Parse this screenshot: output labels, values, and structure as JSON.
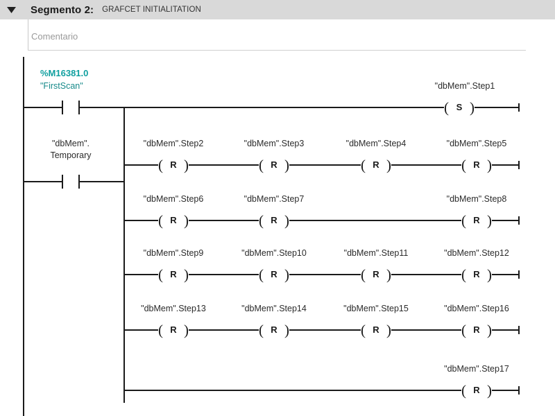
{
  "header": {
    "collapse_icon": "chevron-down-icon",
    "title": "Segmento 2:",
    "subtitle": "GRAFCET INITIALITATION"
  },
  "comment": {
    "placeholder": "Comentario",
    "value": "Comentario"
  },
  "network": {
    "inputs": [
      {
        "id": "first-scan",
        "type": "no-contact",
        "address": "%M16381.0",
        "symbol": "\"FirstScan\""
      },
      {
        "id": "db-temporary",
        "type": "no-contact",
        "symbol_line1": "\"dbMem\".",
        "symbol_line2": "Temporary"
      }
    ],
    "set_coil": {
      "operand": "\"dbMem\".Step1",
      "letter": "S",
      "type": "set-coil"
    },
    "reset_rows": [
      {
        "row": 1,
        "coils": [
          {
            "col": 1,
            "operand": "\"dbMem\".Step2",
            "letter": "R"
          },
          {
            "col": 2,
            "operand": "\"dbMem\".Step3",
            "letter": "R"
          },
          {
            "col": 3,
            "operand": "\"dbMem\".Step4",
            "letter": "R"
          },
          {
            "col": 4,
            "operand": "\"dbMem\".Step5",
            "letter": "R"
          }
        ]
      },
      {
        "row": 2,
        "coils": [
          {
            "col": 1,
            "operand": "\"dbMem\".Step6",
            "letter": "R"
          },
          {
            "col": 2,
            "operand": "\"dbMem\".Step7",
            "letter": "R"
          },
          {
            "col": 4,
            "operand": "\"dbMem\".Step8",
            "letter": "R"
          }
        ]
      },
      {
        "row": 3,
        "coils": [
          {
            "col": 1,
            "operand": "\"dbMem\".Step9",
            "letter": "R"
          },
          {
            "col": 2,
            "operand": "\"dbMem\".Step10",
            "letter": "R"
          },
          {
            "col": 3,
            "operand": "\"dbMem\".Step11",
            "letter": "R"
          },
          {
            "col": 4,
            "operand": "\"dbMem\".Step12",
            "letter": "R"
          }
        ]
      },
      {
        "row": 4,
        "coils": [
          {
            "col": 1,
            "operand": "\"dbMem\".Step13",
            "letter": "R"
          },
          {
            "col": 2,
            "operand": "\"dbMem\".Step14",
            "letter": "R"
          },
          {
            "col": 3,
            "operand": "\"dbMem\".Step15",
            "letter": "R"
          },
          {
            "col": 4,
            "operand": "\"dbMem\".Step16",
            "letter": "R"
          }
        ]
      },
      {
        "row": 5,
        "coils": [
          {
            "col": 4,
            "operand": "\"dbMem\".Step17",
            "letter": "R"
          }
        ]
      }
    ]
  },
  "colors": {
    "header_bg": "#d9d9d9",
    "wire": "#1a1a1a",
    "address_text": "#11a0a0",
    "symbol_text": "#178a8a",
    "operand_text": "#2b2b2b",
    "placeholder_text": "#9a9a9a"
  }
}
